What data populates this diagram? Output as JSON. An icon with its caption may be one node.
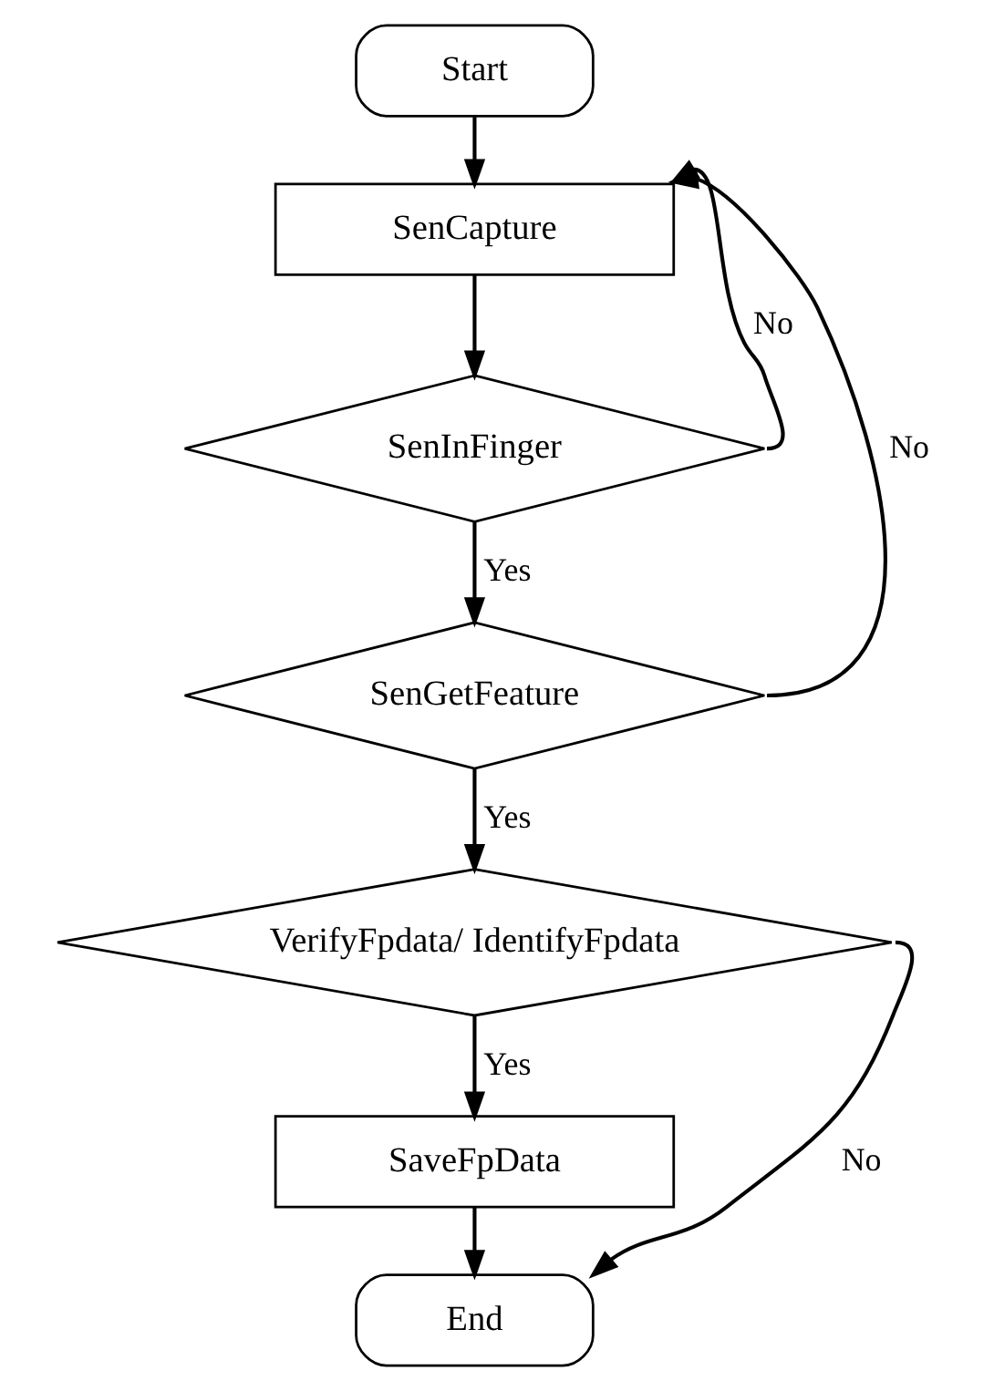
{
  "diagram": {
    "nodes": [
      {
        "text": [
          "Start"
        ]
      },
      {
        "text": [
          "SenCapture"
        ]
      },
      {
        "text": [
          "SenInFinger"
        ]
      },
      {
        "text": [
          "SenGetFeature"
        ]
      },
      {
        "text": [
          "VerifyFpdata/ IdentifyFpdata"
        ]
      },
      {
        "text": [
          "SaveFpData"
        ]
      },
      {
        "text": [
          "End"
        ]
      }
    ],
    "edges": [
      {
        "from": 0,
        "to": 1,
        "arrow": "to"
      },
      {
        "from": 1,
        "to": 2,
        "arrow": "to"
      },
      {
        "from": 2,
        "to": 3,
        "label": "Yes",
        "arrow": "to"
      },
      {
        "from": 3,
        "to": 4,
        "label": "Yes",
        "arrow": "to"
      },
      {
        "from": 4,
        "to": 5,
        "label": "Yes",
        "arrow": "to"
      },
      {
        "from": 5,
        "to": 6,
        "arrow": "to"
      },
      {
        "from": 2,
        "to": 1,
        "label": "No",
        "arrow": "to"
      },
      {
        "from": 3,
        "to": 1,
        "label": "No",
        "arrow": "to"
      },
      {
        "from": 4,
        "to": 6,
        "label": "No",
        "arrow": "to"
      }
    ]
  }
}
